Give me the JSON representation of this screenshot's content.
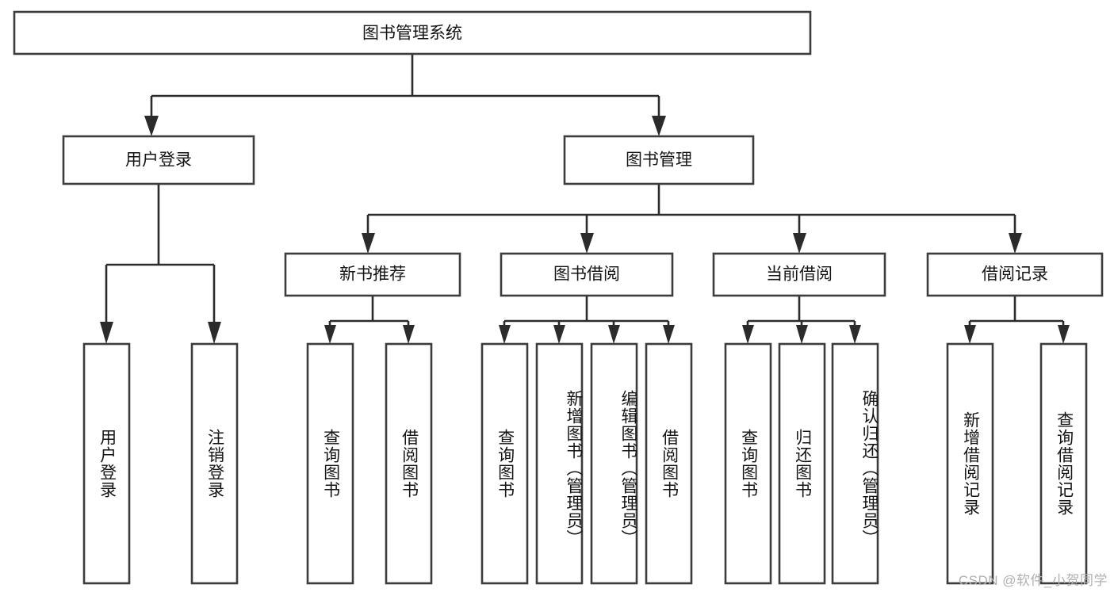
{
  "diagram": {
    "title": "图书管理系统",
    "type": "tree",
    "orientation": "top-down",
    "background_color": "#ffffff",
    "line_color": "#2b2b2b",
    "box_fill": "#ffffff",
    "box_stroke": "#3c3c3c",
    "text_color": "#141414"
  },
  "nodes": {
    "root": {
      "label": "图书管理系统",
      "level": 0,
      "orientation": "horizontal"
    },
    "level1": [
      {
        "id": "user-login",
        "label": "用户登录",
        "orientation": "horizontal"
      },
      {
        "id": "book-manage",
        "label": "图书管理",
        "orientation": "horizontal"
      }
    ],
    "level2": [
      {
        "id": "new-book-recommend",
        "label": "新书推荐",
        "orientation": "horizontal"
      },
      {
        "id": "book-borrow",
        "label": "图书借阅",
        "orientation": "horizontal"
      },
      {
        "id": "current-borrow",
        "label": "当前借阅",
        "orientation": "horizontal"
      },
      {
        "id": "borrow-record",
        "label": "借阅记录",
        "orientation": "horizontal"
      }
    ],
    "leaves": {
      "user-login": [
        {
          "id": "leaf-user-login",
          "label": "用户登录",
          "orientation": "vertical"
        },
        {
          "id": "leaf-logout",
          "label": "注销登录",
          "orientation": "vertical"
        }
      ],
      "new-book-recommend": [
        {
          "id": "leaf-query-book-1",
          "label": "查询图书",
          "orientation": "vertical"
        },
        {
          "id": "leaf-borrow-book-1",
          "label": "借阅图书",
          "orientation": "vertical"
        }
      ],
      "book-borrow": [
        {
          "id": "leaf-query-book-2",
          "label": "查询图书",
          "orientation": "vertical"
        },
        {
          "id": "leaf-add-book",
          "label": "新增图书（管理员）",
          "orientation": "vertical"
        },
        {
          "id": "leaf-edit-book",
          "label": "编辑图书（管理员）",
          "orientation": "vertical"
        },
        {
          "id": "leaf-borrow-book-2",
          "label": "借阅图书",
          "orientation": "vertical"
        }
      ],
      "current-borrow": [
        {
          "id": "leaf-query-book-3",
          "label": "查询图书",
          "orientation": "vertical"
        },
        {
          "id": "leaf-return-book",
          "label": "归还图书",
          "orientation": "vertical"
        },
        {
          "id": "leaf-confirm-return",
          "label": "确认归还（管理员）",
          "orientation": "vertical"
        }
      ],
      "borrow-record": [
        {
          "id": "leaf-add-record",
          "label": "新增借阅记录",
          "orientation": "vertical"
        },
        {
          "id": "leaf-query-record",
          "label": "查询借阅记录",
          "orientation": "vertical"
        }
      ]
    }
  },
  "watermark": {
    "text": "CSDN @软件_小贺同学"
  }
}
